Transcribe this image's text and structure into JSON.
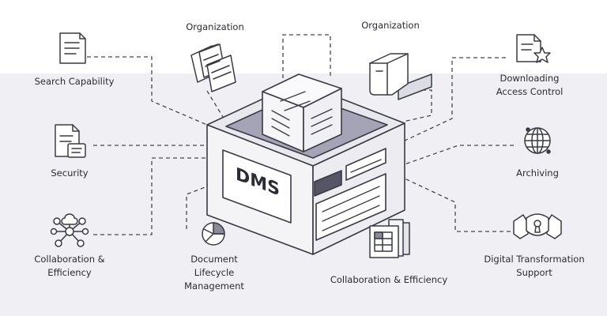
{
  "center": {
    "label": "DMS"
  },
  "features": [
    {
      "lines": [
        "Search Capability"
      ]
    },
    {
      "lines": [
        "Security"
      ]
    },
    {
      "lines": [
        "Collaboration &",
        "Efficiency"
      ]
    },
    {
      "lines": [
        "Organization"
      ]
    },
    {
      "lines": [
        "Organization"
      ]
    },
    {
      "lines": [
        "Document",
        "Lifecycle",
        "Management"
      ]
    },
    {
      "lines": [
        "Collaboration & Efficiency"
      ]
    },
    {
      "lines": [
        "Downloading",
        "Access Control"
      ]
    },
    {
      "lines": [
        "Archiving"
      ]
    },
    {
      "lines": [
        "Digital Transformation",
        "Support"
      ]
    }
  ],
  "icons": [
    "document-list-icon",
    "document-stack-icon",
    "network-node-icon",
    "documents-stack-icon",
    "printer-icon",
    "pie-chart-icon",
    "file-table-icon",
    "document-star-icon",
    "globe-icon",
    "keyhole-shield-icon"
  ],
  "colors": {
    "background": "#f0f0f4",
    "stroke": "#3a3a44",
    "box_face": "#f4f4f7",
    "well": "#a4a4b6",
    "accent": "#555566"
  }
}
